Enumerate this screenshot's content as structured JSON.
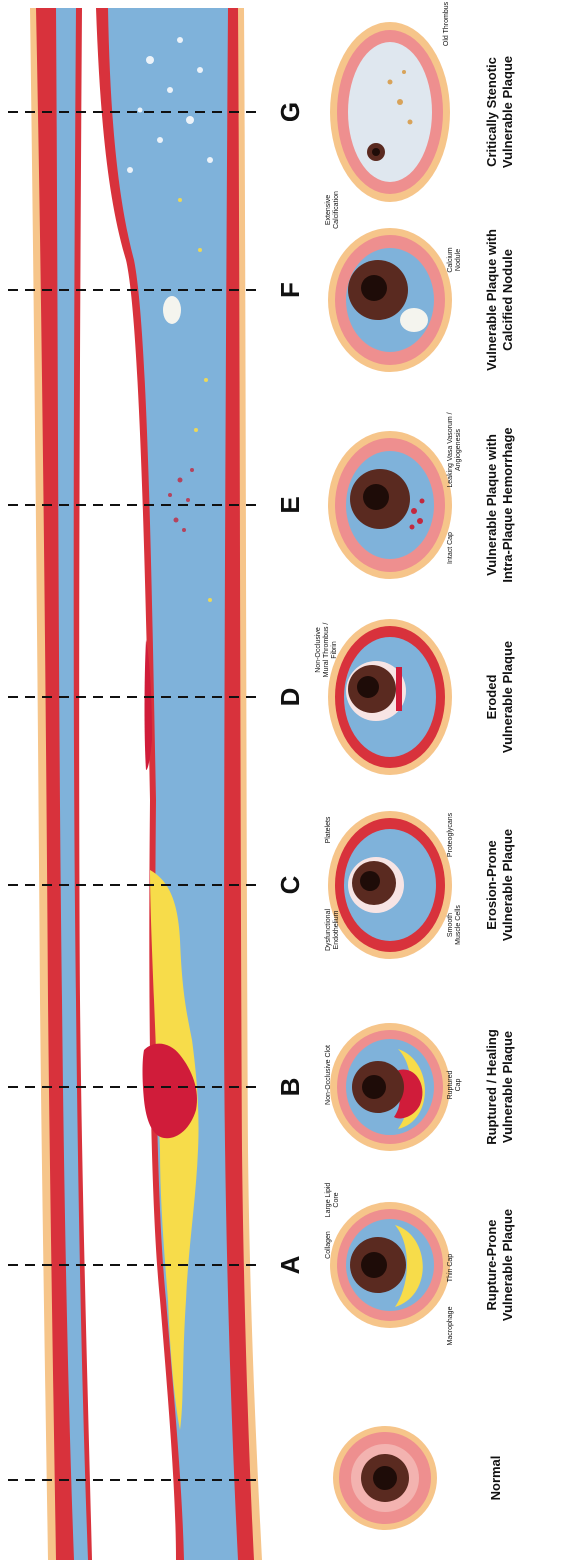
{
  "stages": [
    {
      "letter": "",
      "caption1": "Normal",
      "caption2": ""
    },
    {
      "letter": "A",
      "caption1": "Rupture-Prone",
      "caption2": "Vulnerable Plaque"
    },
    {
      "letter": "B",
      "caption1": "Ruptured / Healing",
      "caption2": "Vulnerable Plaque"
    },
    {
      "letter": "C",
      "caption1": "Erosion-Prone",
      "caption2": "Vulnerable Plaque"
    },
    {
      "letter": "D",
      "caption1": "Eroded",
      "caption2": "Vulnerable Plaque"
    },
    {
      "letter": "E",
      "caption1": "Vulnerable Plaque with",
      "caption2": "Intra-Plaque Hemorrhage"
    },
    {
      "letter": "F",
      "caption1": "Vulnerable Plaque with",
      "caption2": "Calcified Nodule"
    },
    {
      "letter": "G",
      "caption1": "Critically Stenotic",
      "caption2": "Vulnerable Plaque"
    }
  ],
  "annotations": {
    "macrophage": "Macrophage",
    "thin_cap": "Thin Cap",
    "collagen": "Collagen",
    "large_lipid_core_1": "Large Lipid",
    "large_lipid_core_2": "Core",
    "non_occlusive_clot": "Non-Occlusive Clot",
    "ruptured_cap_1": "Ruptured",
    "ruptured_cap_2": "Cap",
    "dysfunctional_1": "Dysfunctional",
    "dysfunctional_2": "Endothelium",
    "platelets": "Platelets",
    "proteoglycans": "Proteoglycans",
    "smooth_muscle_1": "Smooth",
    "smooth_muscle_2": "Muscle Cells",
    "mural_1": "Non-Occlusive",
    "mural_2": "Mural Thrombus /",
    "mural_3": "Fibrin",
    "intact_cap": "Intact Cap",
    "vasa_1": "Leaking Vasa Vasorum /",
    "vasa_2": "Angiogenesis",
    "calcium_1": "Calcium",
    "calcium_2": "Nodule",
    "extensive_1": "Extensive",
    "extensive_2": "Calcification",
    "old_thrombus": "Old Thrombus"
  },
  "colors": {
    "adventitia": "#f6c58a",
    "media": "#d8323c",
    "plaque": "#7fb2da",
    "lipid": "#f7dc4a",
    "thrombus": "#d01c3a",
    "calcium": "#f4f4ee",
    "wall_pink": "#ee8f8f",
    "lumen_dark": "#2a1410"
  }
}
